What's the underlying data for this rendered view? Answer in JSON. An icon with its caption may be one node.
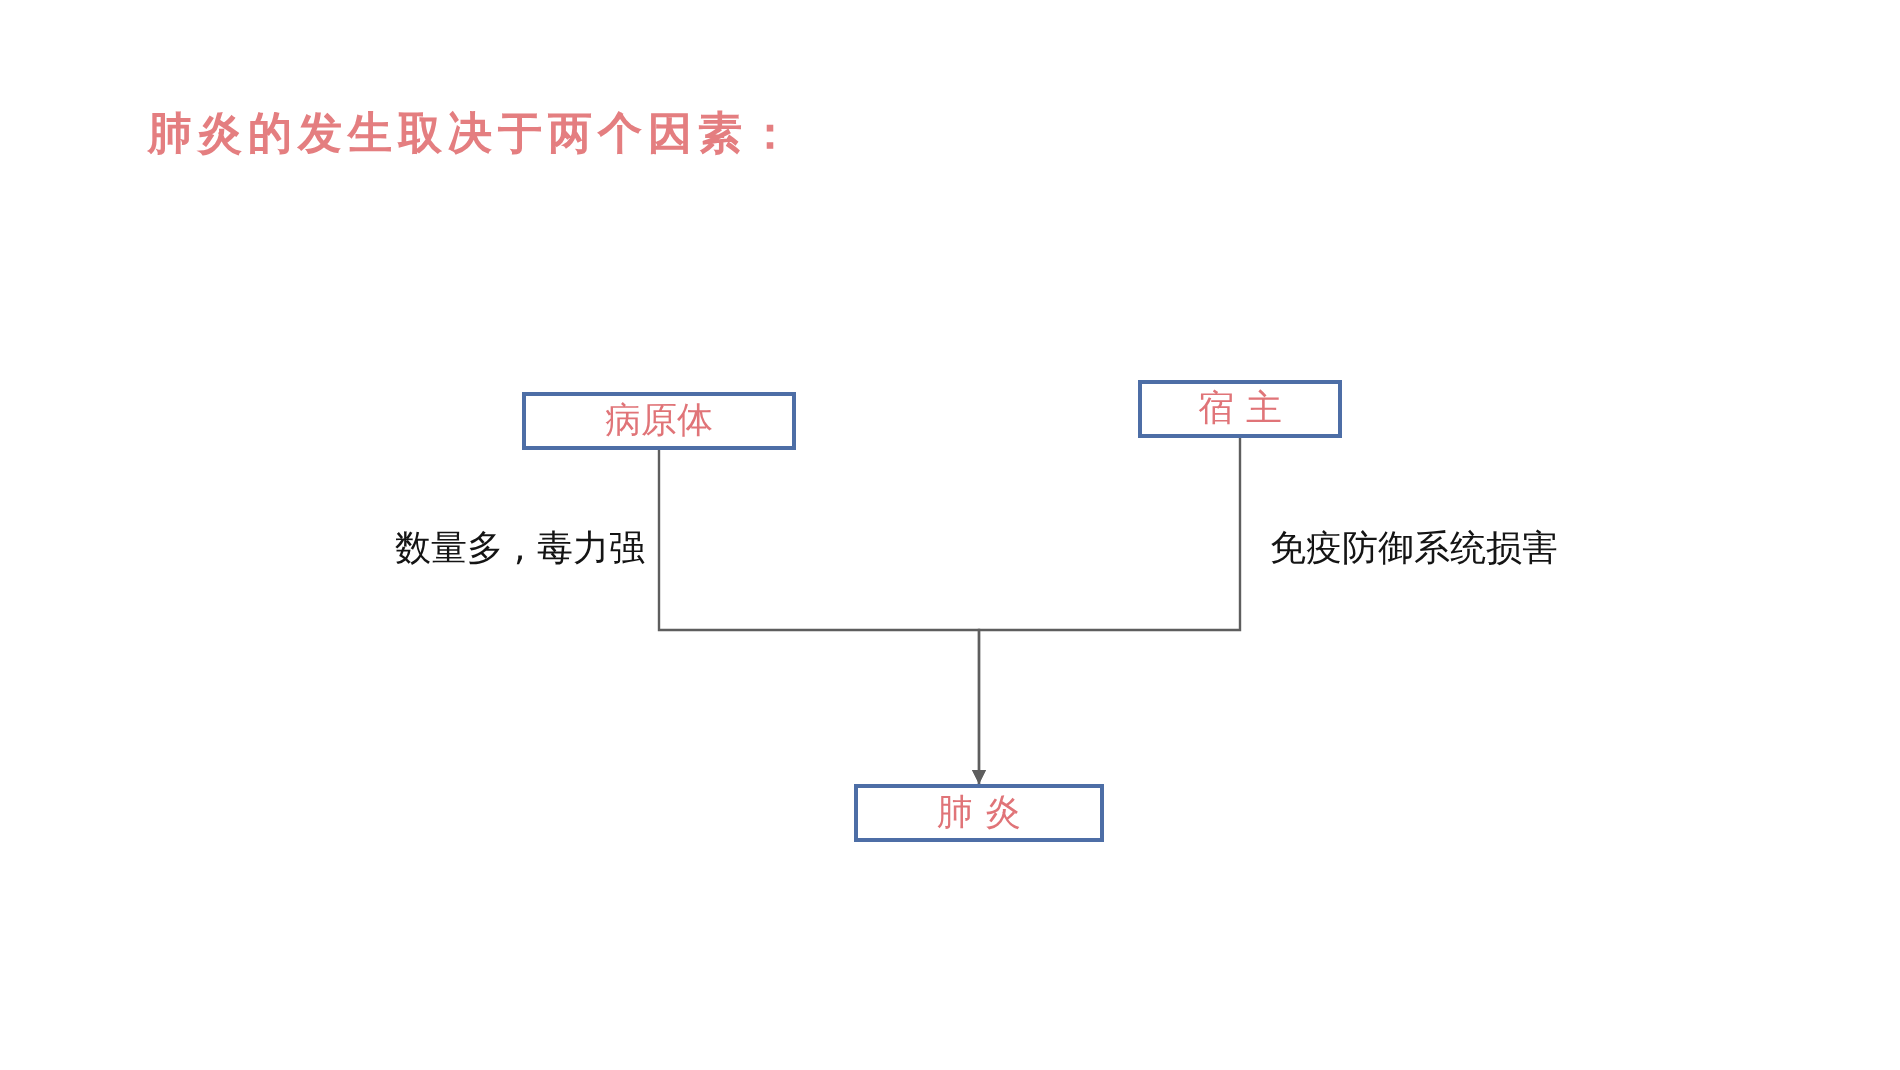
{
  "diagram": {
    "title": "肺炎的发生取决于两个因素：",
    "nodes": [
      {
        "text": [
          "病原体"
        ]
      },
      {
        "text": [
          "宿 主"
        ]
      },
      {
        "text": [
          "肺 炎"
        ]
      }
    ],
    "edges": [
      {
        "from": 0,
        "to": 2,
        "arrow": "to",
        "label": "数量多 , 毒力强"
      },
      {
        "from": 1,
        "to": 2,
        "arrow": "to",
        "label": "免疫防御系统损害"
      }
    ]
  }
}
